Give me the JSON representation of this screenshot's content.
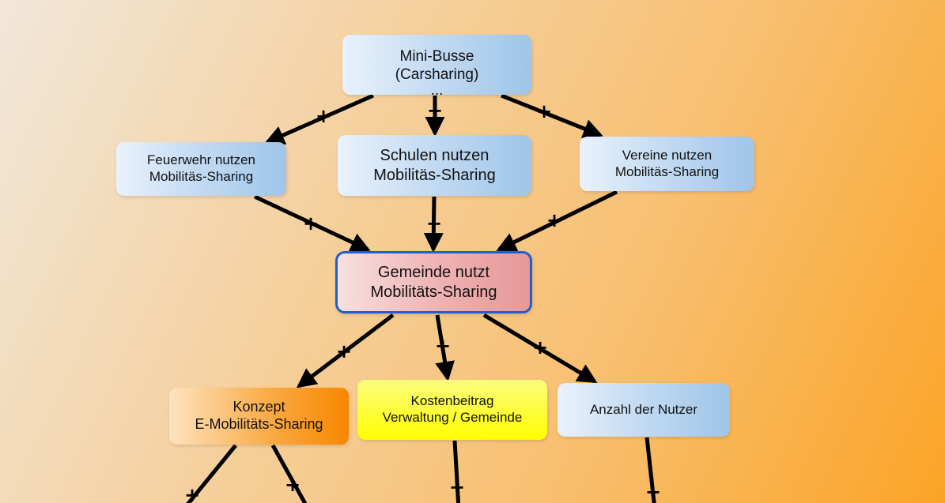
{
  "nodes": {
    "minibusse": {
      "line1": "Mini-Busse",
      "line2": "(Carsharing)",
      "line3": "..."
    },
    "feuerwehr": {
      "line1": "Feuerwehr nutzen",
      "line2": "Mobilitäs-Sharing"
    },
    "schulen": {
      "line1": "Schulen nutzen",
      "line2": "Mobilitäs-Sharing"
    },
    "vereine": {
      "line1": "Vereine nutzen",
      "line2": "Mobilitäs-Sharing"
    },
    "gemeinde": {
      "line1": "Gemeinde nutzt",
      "line2": "Mobilitäts-Sharing"
    },
    "konzept": {
      "line1": "Konzept",
      "line2": "E-Mobilitäts-Sharing"
    },
    "kosten": {
      "line1": "Kostenbeitrag",
      "line2": "Verwaltung / Gemeinde"
    },
    "anzahl": {
      "line1": "Anzahl der Nutzer"
    }
  },
  "edges": [
    {
      "from": "minibusse",
      "to": "feuerwehr",
      "polarity": "+"
    },
    {
      "from": "minibusse",
      "to": "schulen",
      "polarity": "+"
    },
    {
      "from": "minibusse",
      "to": "vereine",
      "polarity": "+"
    },
    {
      "from": "feuerwehr",
      "to": "gemeinde",
      "polarity": "+"
    },
    {
      "from": "schulen",
      "to": "gemeinde",
      "polarity": "+"
    },
    {
      "from": "vereine",
      "to": "gemeinde",
      "polarity": "+"
    },
    {
      "from": "gemeinde",
      "to": "konzept",
      "polarity": "+"
    },
    {
      "from": "gemeinde",
      "to": "kosten",
      "polarity": "+"
    },
    {
      "from": "gemeinde",
      "to": "anzahl",
      "polarity": "+"
    },
    {
      "from": "konzept",
      "to": "offscreen-left",
      "polarity": "+"
    },
    {
      "from": "konzept",
      "to": "offscreen-mid",
      "polarity": "+"
    },
    {
      "from": "kosten",
      "to": "offscreen",
      "polarity": "+"
    },
    {
      "from": "anzahl",
      "to": "offscreen",
      "polarity": "+"
    }
  ]
}
